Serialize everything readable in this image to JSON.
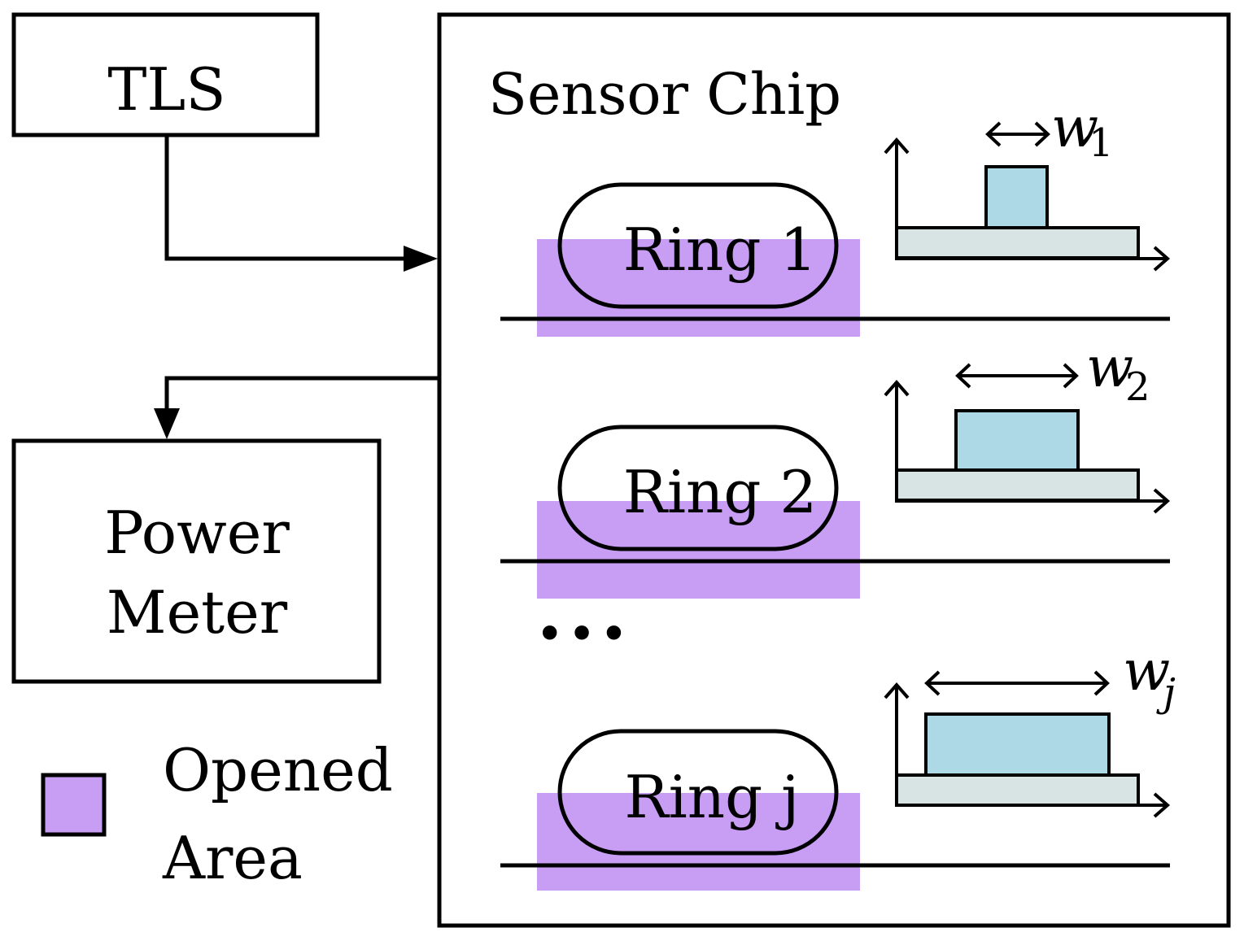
{
  "colors": {
    "stroke": "#000000",
    "opened_area": "#c89ef5",
    "waveguide_core": "#add8e6",
    "substrate": "#d8e4e4",
    "background": "#ffffff"
  },
  "blocks": {
    "tls": "TLS",
    "power_meter_line1": "Power",
    "power_meter_line2": "Meter",
    "sensor_chip": "Sensor Chip"
  },
  "rings": [
    {
      "label": "Ring 1",
      "width_symbol": "w",
      "width_subscript": "1"
    },
    {
      "label": "Ring 2",
      "width_symbol": "w",
      "width_subscript": "2"
    },
    {
      "label": "Ring j",
      "width_symbol": "w",
      "width_subscript": "j"
    }
  ],
  "ellipsis": "•••",
  "legend": {
    "line1": "Opened",
    "line2": "Area"
  }
}
